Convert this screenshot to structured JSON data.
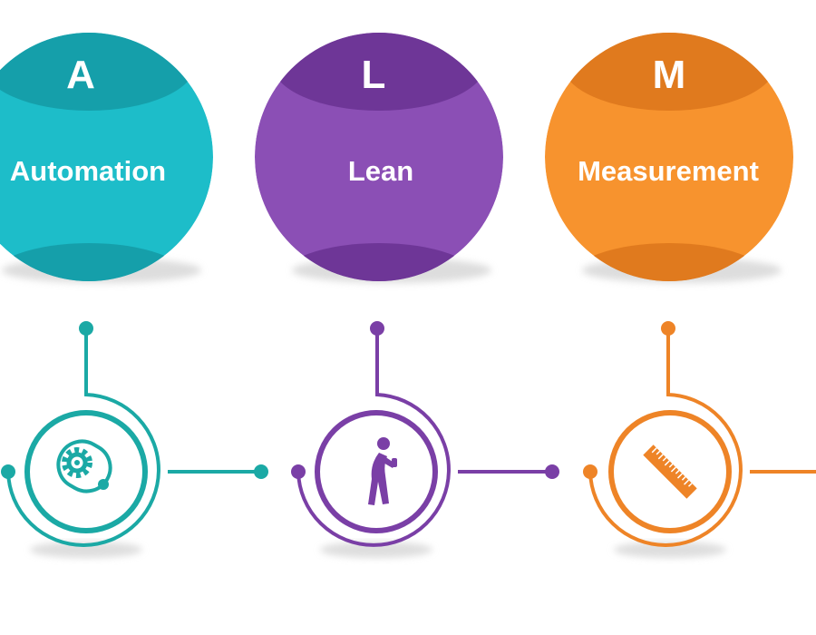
{
  "items": [
    {
      "letter": "A",
      "word": "Automation",
      "color": "#1DBDC9",
      "shade": "#159FAA",
      "line_color": "#1BA9A5",
      "icon": "gear-chain-icon"
    },
    {
      "letter": "L",
      "word": "Lean",
      "color": "#8B4FB5",
      "shade": "#6E3697",
      "line_color": "#7A3FA6",
      "icon": "person-lean-icon"
    },
    {
      "letter": "M",
      "word": "Measurement",
      "color": "#F7932E",
      "shade": "#E07A1E",
      "line_color": "#EE8427",
      "icon": "ruler-icon"
    }
  ]
}
